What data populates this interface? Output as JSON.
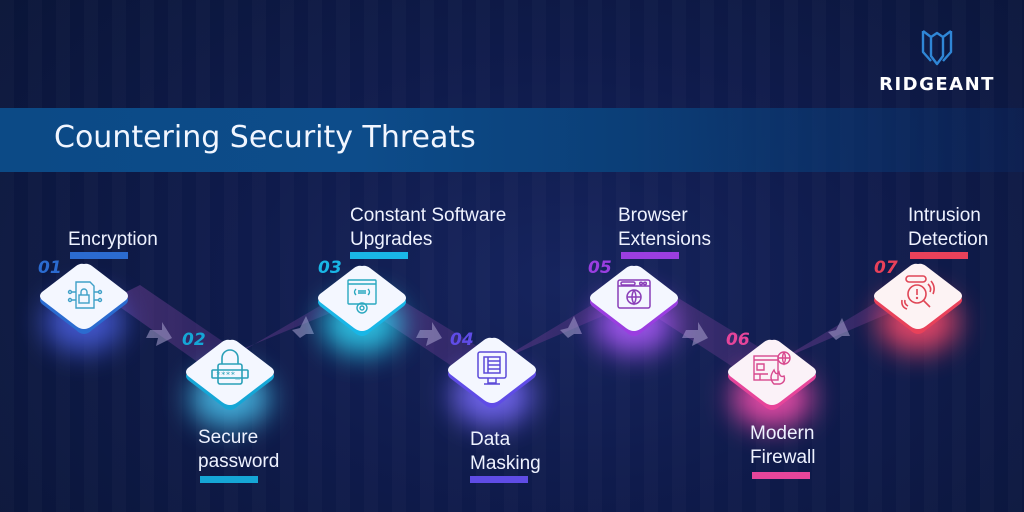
{
  "brand": {
    "name": "RIDGEANT",
    "logo_icon": "owl-shield-icon",
    "color": "#2f86d6"
  },
  "banner": {
    "title": "Countering Security Threats"
  },
  "steps": [
    {
      "num": "01",
      "line1": "Encryption",
      "line2": "",
      "icon": "lock-document-circuit-icon",
      "color": "#2b6bd0"
    },
    {
      "num": "02",
      "line1": "Secure",
      "line2": "password",
      "icon": "padlock-password-icon",
      "color": "#15a6d6"
    },
    {
      "num": "03",
      "line1": "Constant Software",
      "line2": "Upgrades",
      "icon": "code-window-gear-icon",
      "color": "#19b6e6"
    },
    {
      "num": "04",
      "line1": "Data",
      "line2": "Masking",
      "icon": "monitor-data-icon",
      "color": "#5f4ce6"
    },
    {
      "num": "05",
      "line1": "Browser",
      "line2": "Extensions",
      "icon": "browser-globe-icon",
      "color": "#9a3ee0"
    },
    {
      "num": "06",
      "line1": "Modern",
      "line2": "Firewall",
      "icon": "firewall-flame-globe-icon",
      "color": "#e6459a"
    },
    {
      "num": "07",
      "line1": "Intrusion",
      "line2": "Detection",
      "icon": "alert-magnifier-icon",
      "color": "#e8415a"
    }
  ]
}
